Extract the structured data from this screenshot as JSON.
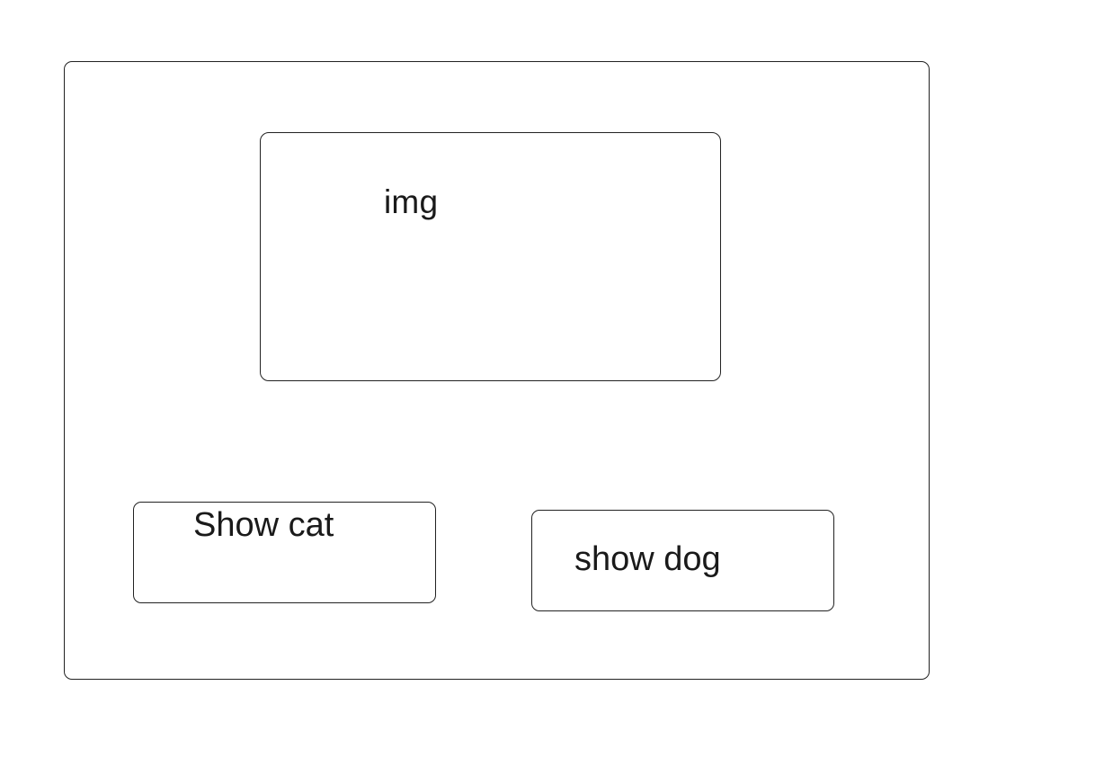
{
  "image_placeholder": {
    "label": "img"
  },
  "buttons": {
    "show_cat": "Show cat",
    "show_dog": "show dog"
  }
}
